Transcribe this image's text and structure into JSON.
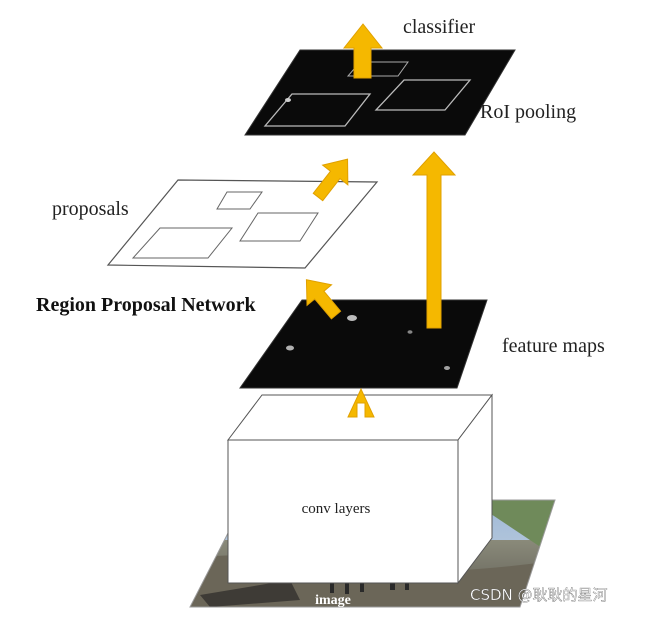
{
  "labels": {
    "classifier": "classifier",
    "roi_pooling": "RoI pooling",
    "proposals": "proposals",
    "rpn": "Region Proposal Network",
    "feature_maps": "feature maps",
    "conv_layers": "conv layers",
    "image": "image",
    "watermark": "CSDN @耿耿的星河"
  },
  "colors": {
    "arrow": "#f5b800",
    "arrow_stroke": "#e0a000",
    "map_fill": "#0a0a0a",
    "text": "#222222",
    "box_outline": "#555555"
  }
}
